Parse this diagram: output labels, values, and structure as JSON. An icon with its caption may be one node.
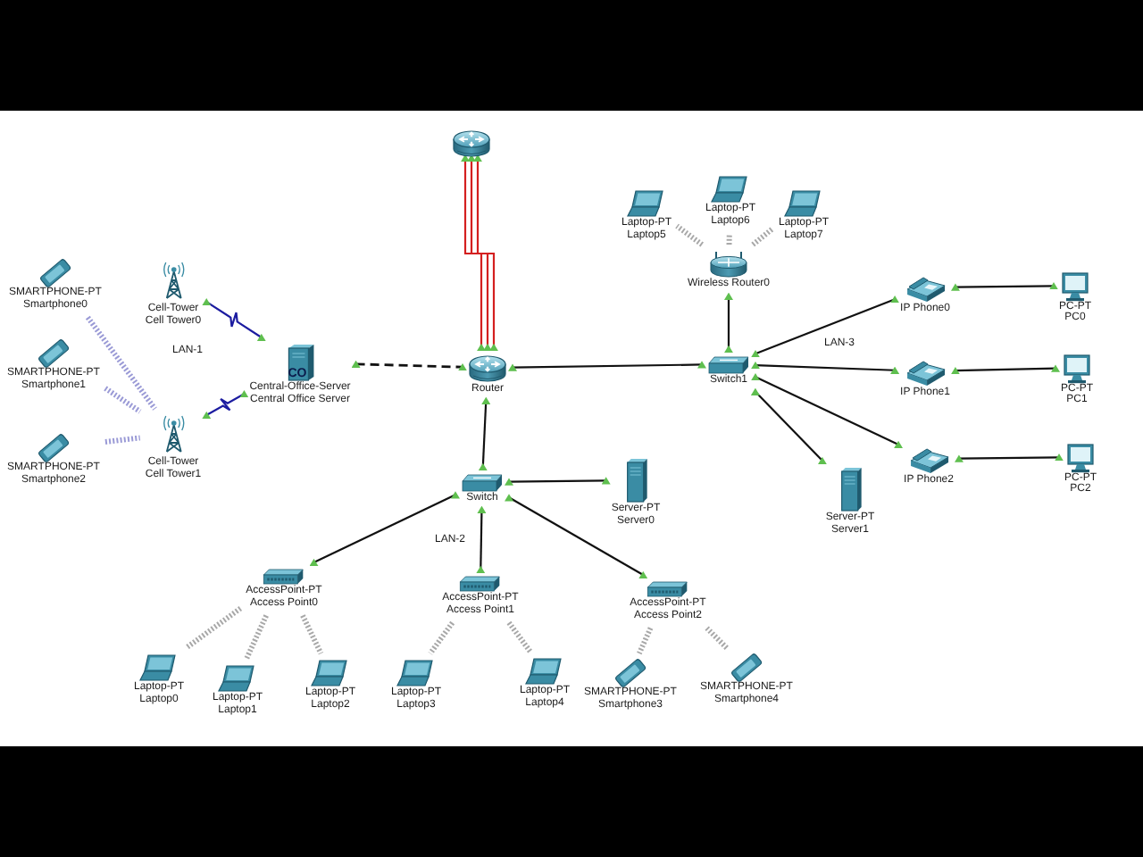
{
  "diagram": {
    "nodes": [
      {
        "text": [
          "SMARTPHONE-PT",
          "Smartphone0"
        ]
      },
      {
        "text": [
          "SMARTPHONE-PT",
          "Smartphone1"
        ]
      },
      {
        "text": [
          "SMARTPHONE-PT",
          "Smartphone2"
        ]
      },
      {
        "text": [
          "Cell-Tower",
          "Cell Tower0"
        ]
      },
      {
        "text": [
          "Cell-Tower",
          "Cell Tower1"
        ]
      },
      {
        "text": [
          "CO",
          "Central-Office-Server",
          "Central Office Server"
        ]
      },
      {
        "text": [],
        "shape": "picture"
      },
      {
        "text": [
          "Router"
        ]
      },
      {
        "text": [
          "Switch"
        ]
      },
      {
        "text": [
          "Server-PT",
          "Server0"
        ]
      },
      {
        "text": [
          "AccessPoint-PT",
          "Access Point0"
        ]
      },
      {
        "text": [
          "AccessPoint-PT",
          "Access Point1"
        ]
      },
      {
        "text": [
          "AccessPoint-PT",
          "Access Point2"
        ]
      },
      {
        "text": [
          "Laptop-PT",
          "Laptop0"
        ]
      },
      {
        "text": [
          "Laptop-PT",
          "Laptop1"
        ]
      },
      {
        "text": [
          "Laptop-PT",
          "Laptop2"
        ]
      },
      {
        "text": [
          "Laptop-PT",
          "Laptop3"
        ]
      },
      {
        "text": [
          "Laptop-PT",
          "Laptop4"
        ]
      },
      {
        "text": [
          "SMARTPHONE-PT",
          "Smartphone3"
        ]
      },
      {
        "text": [
          "SMARTPHONE-PT",
          "Smartphone4"
        ]
      },
      {
        "text": [
          "Wireless Router0"
        ]
      },
      {
        "text": [
          "Laptop-PT",
          "Laptop5"
        ]
      },
      {
        "text": [
          "Laptop-PT",
          "Laptop6"
        ]
      },
      {
        "text": [
          "Laptop-PT",
          "Laptop7"
        ]
      },
      {
        "text": [
          "Switch1"
        ]
      },
      {
        "text": [
          "IP Phone0"
        ]
      },
      {
        "text": [
          "IP Phone1"
        ]
      },
      {
        "text": [
          "IP Phone2"
        ]
      },
      {
        "text": [
          "PC-PT",
          "PC0"
        ]
      },
      {
        "text": [
          "PC-PT",
          "PC1"
        ]
      },
      {
        "text": [
          "PC-PT",
          "PC2"
        ]
      },
      {
        "text": [
          "Server-PT",
          "Server1"
        ]
      }
    ],
    "edges": [
      {
        "from": 0,
        "to": 4,
        "arrow": "none",
        "style": "dashed",
        "color": "#9a9ad6"
      },
      {
        "from": 1,
        "to": 4,
        "arrow": "none",
        "style": "dashed",
        "color": "#9a9ad6"
      },
      {
        "from": 2,
        "to": 4,
        "arrow": "none",
        "style": "dashed",
        "color": "#9a9ad6"
      },
      {
        "from": 3,
        "to": 5,
        "arrow": "other",
        "color": "#1c1ca0"
      },
      {
        "from": 4,
        "to": 5,
        "arrow": "other",
        "color": "#1c1ca0"
      },
      {
        "from": 5,
        "to": 7,
        "arrow": "other",
        "style": "dashed"
      },
      {
        "from": 6,
        "to": 7,
        "arrow": "other",
        "color": "#d42020"
      },
      {
        "from": 6,
        "to": 7,
        "arrow": "other",
        "color": "#d42020"
      },
      {
        "from": 6,
        "to": 7,
        "arrow": "other",
        "color": "#d42020"
      },
      {
        "from": 7,
        "to": 8,
        "arrow": "other"
      },
      {
        "from": 7,
        "to": 24,
        "arrow": "other"
      },
      {
        "from": 8,
        "to": 9,
        "arrow": "other"
      },
      {
        "from": 8,
        "to": 10,
        "arrow": "other"
      },
      {
        "from": 8,
        "to": 11,
        "arrow": "other"
      },
      {
        "from": 8,
        "to": 12,
        "arrow": "other"
      },
      {
        "from": 10,
        "to": 13,
        "arrow": "none",
        "style": "dashed",
        "color": "#a8a8a8"
      },
      {
        "from": 10,
        "to": 14,
        "arrow": "none",
        "style": "dashed",
        "color": "#a8a8a8"
      },
      {
        "from": 10,
        "to": 15,
        "arrow": "none",
        "style": "dashed",
        "color": "#a8a8a8"
      },
      {
        "from": 11,
        "to": 16,
        "arrow": "none",
        "style": "dashed",
        "color": "#a8a8a8"
      },
      {
        "from": 11,
        "to": 17,
        "arrow": "none",
        "style": "dashed",
        "color": "#a8a8a8"
      },
      {
        "from": 12,
        "to": 18,
        "arrow": "none",
        "style": "dashed",
        "color": "#a8a8a8"
      },
      {
        "from": 12,
        "to": 19,
        "arrow": "none",
        "style": "dashed",
        "color": "#a8a8a8"
      },
      {
        "from": 20,
        "to": 21,
        "arrow": "none",
        "style": "dashed",
        "color": "#a8a8a8"
      },
      {
        "from": 20,
        "to": 22,
        "arrow": "none",
        "style": "dashed",
        "color": "#a8a8a8"
      },
      {
        "from": 20,
        "to": 23,
        "arrow": "none",
        "style": "dashed",
        "color": "#a8a8a8"
      },
      {
        "from": 24,
        "to": 20,
        "arrow": "other"
      },
      {
        "from": 24,
        "to": 25,
        "arrow": "other"
      },
      {
        "from": 24,
        "to": 26,
        "arrow": "other"
      },
      {
        "from": 24,
        "to": 27,
        "arrow": "other"
      },
      {
        "from": 24,
        "to": 31,
        "arrow": "other"
      },
      {
        "from": 25,
        "to": 28,
        "arrow": "other"
      },
      {
        "from": 26,
        "to": 29,
        "arrow": "other"
      },
      {
        "from": 27,
        "to": 30,
        "arrow": "other"
      }
    ],
    "labels": [
      "LAN-1",
      "LAN-3",
      "LAN-2"
    ]
  }
}
